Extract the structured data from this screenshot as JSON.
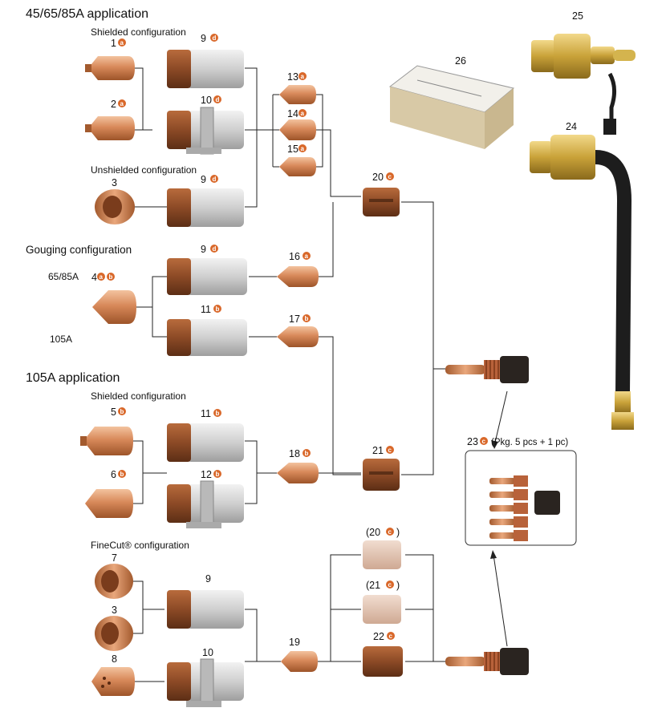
{
  "headings": {
    "app_45_65_85": "45/65/85A application",
    "shielded_1": "Shielded configuration",
    "unshielded": "Unshielded configuration",
    "gouging": "Gouging configuration",
    "amp_65_85": "65/85A",
    "amp_105": "105A",
    "app_105": "105A application",
    "shielded_2": "Shielded configuration",
    "finecut": "FineCut® configuration"
  },
  "labels": {
    "p1": "1",
    "p2": "2",
    "p3a": "3",
    "p3b": "3",
    "p4": "4",
    "p5": "5",
    "p6": "6",
    "p7": "7",
    "p8": "8",
    "p9a": "9",
    "p9b": "9",
    "p9c": "9",
    "p9d": "9",
    "p10a": "10",
    "p10b": "10",
    "p11a": "11",
    "p11b": "11",
    "p12": "12",
    "p13": "13",
    "p14": "14",
    "p15": "15",
    "p16": "16",
    "p17": "17",
    "p18": "18",
    "p19": "19",
    "p20": "20",
    "p20p": "(20",
    "p20pc": ")",
    "p21": "21",
    "p21p": "(21",
    "p21pc": ")",
    "p22": "22",
    "p23": "23",
    "p23_pkg": "(Pkg. 5 pcs + 1 pc)",
    "p24": "24",
    "p25": "25",
    "p26": "26"
  },
  "badges": {
    "a": "a",
    "b": "b",
    "c": "c",
    "d": "d"
  },
  "colors": {
    "copper": "#d8895a",
    "copper_dark": "#a35a2e",
    "bronze": "#8c4a26",
    "silver": "#c9c9c9",
    "badge": "#d9682a",
    "brass": "#c9a239",
    "black": "#1d1d1d"
  }
}
